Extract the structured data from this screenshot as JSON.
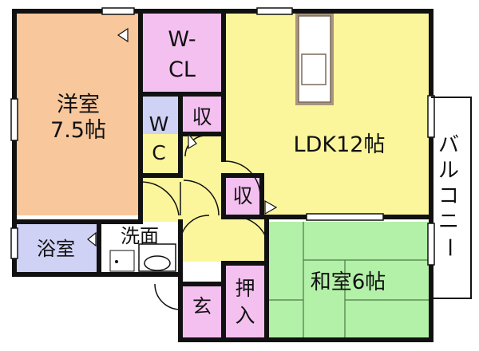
{
  "rooms": {
    "western_room": {
      "name": "洋室",
      "size": "7.5帖"
    },
    "walk_in_closet": {
      "line1": "W-",
      "line2": "CL"
    },
    "toilet": {
      "line1": "W",
      "line2": "C"
    },
    "storage_upper": {
      "label": "収"
    },
    "storage_lower": {
      "label": "収"
    },
    "ldk": {
      "label": "LDK12帖"
    },
    "balcony": {
      "chars": [
        "バ",
        "ル",
        "コ",
        "ニ",
        "ー"
      ]
    },
    "bathroom": {
      "label": "浴室"
    },
    "washroom": {
      "label": "洗面"
    },
    "entrance": {
      "label": "玄"
    },
    "oshiire": {
      "line1": "押",
      "line2": "入"
    },
    "japanese_room": {
      "label": "和室6帖"
    }
  },
  "colors": {
    "western_room": "#f9c79c",
    "ldk": "#fbf59c",
    "closet": "#f4c0f0",
    "bath": "#cfd1f5",
    "japanese_room": "#b3f0a8",
    "hall": "#fbf59c",
    "wall": "#111111",
    "kitchen": "#a8947f"
  }
}
